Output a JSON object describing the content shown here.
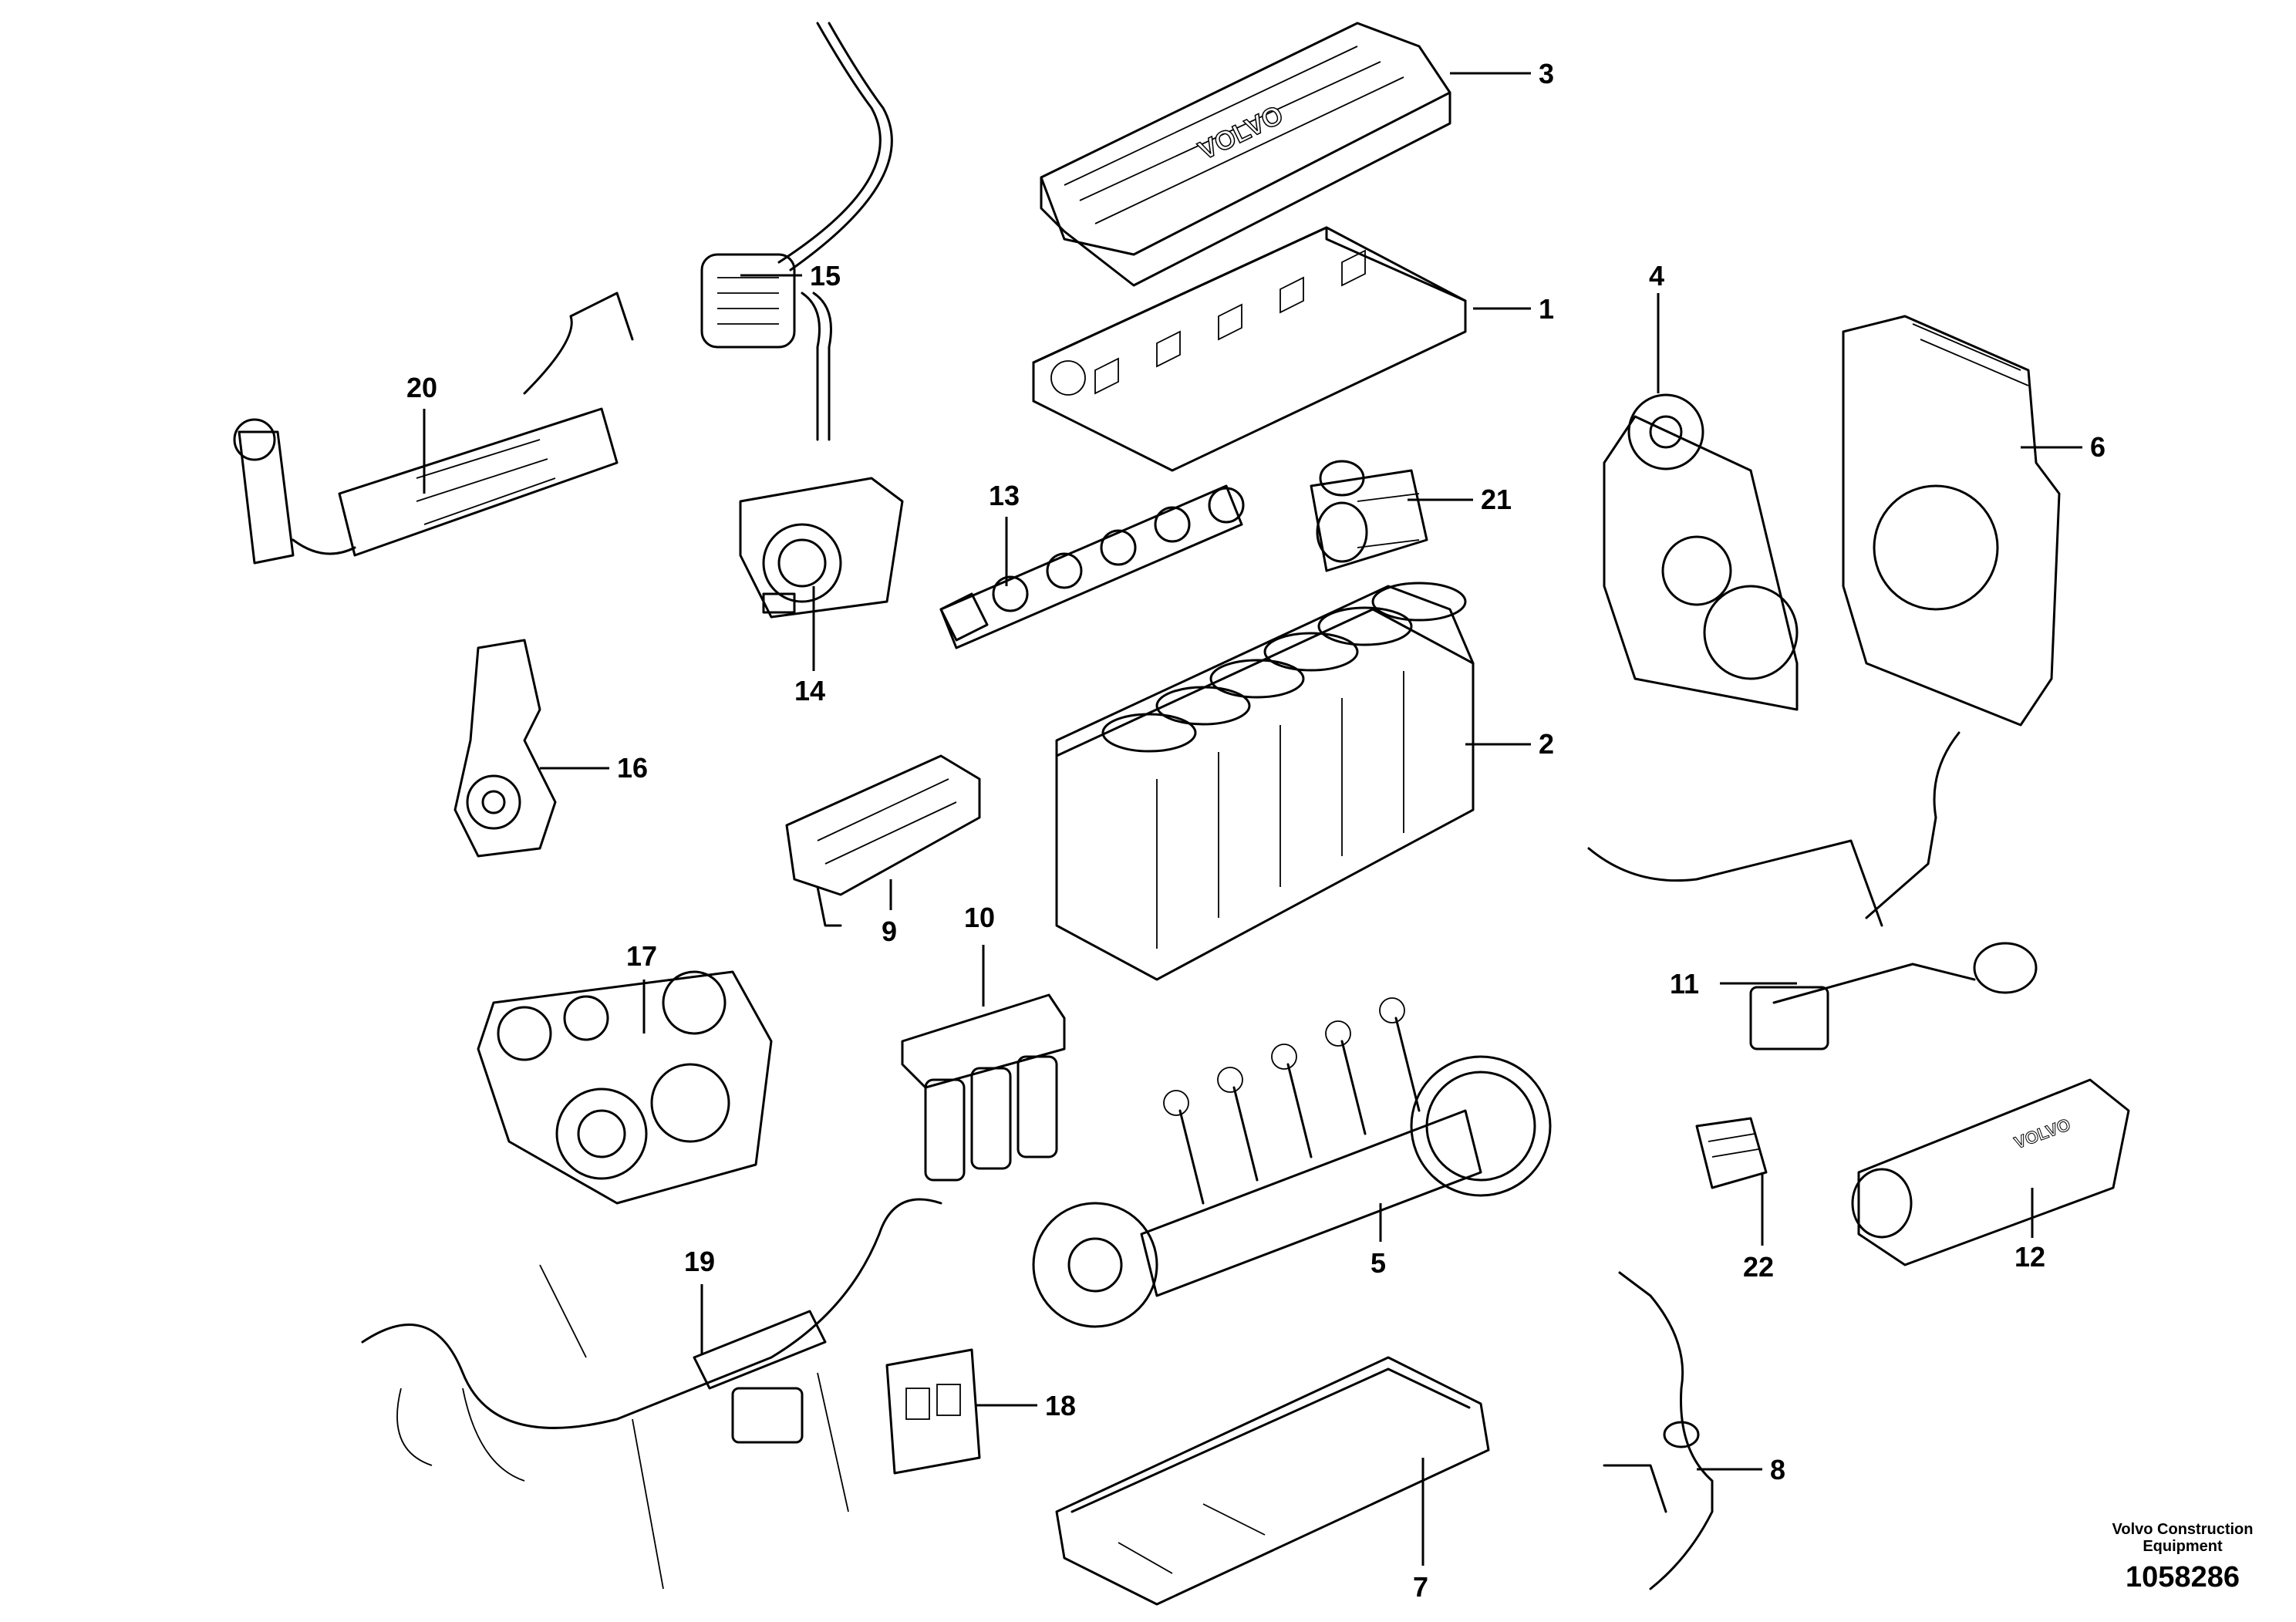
{
  "callouts": [
    {
      "id": "1",
      "label": "1"
    },
    {
      "id": "2",
      "label": "2"
    },
    {
      "id": "3",
      "label": "3"
    },
    {
      "id": "4",
      "label": "4"
    },
    {
      "id": "5",
      "label": "5"
    },
    {
      "id": "6",
      "label": "6"
    },
    {
      "id": "7",
      "label": "7"
    },
    {
      "id": "8",
      "label": "8"
    },
    {
      "id": "9",
      "label": "9"
    },
    {
      "id": "10",
      "label": "10"
    },
    {
      "id": "11",
      "label": "11"
    },
    {
      "id": "12",
      "label": "12"
    },
    {
      "id": "13",
      "label": "13"
    },
    {
      "id": "14",
      "label": "14"
    },
    {
      "id": "15",
      "label": "15"
    },
    {
      "id": "16",
      "label": "16"
    },
    {
      "id": "17",
      "label": "17"
    },
    {
      "id": "18",
      "label": "18"
    },
    {
      "id": "19",
      "label": "19"
    },
    {
      "id": "20",
      "label": "20"
    },
    {
      "id": "21",
      "label": "21"
    },
    {
      "id": "22",
      "label": "22"
    }
  ],
  "footer": {
    "company_line1": "Volvo Construction",
    "company_line2": "Equipment",
    "drawing_number": "1058286"
  },
  "brand_marks": {
    "valve_cover": "VOLVO",
    "intake_manifold": "VOLVO"
  }
}
